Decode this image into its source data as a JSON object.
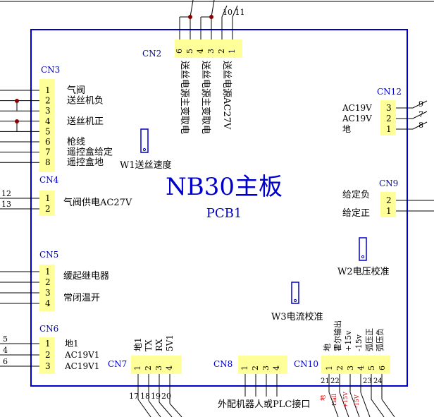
{
  "board": {
    "title": "NB30主板",
    "subtitle": "PCB1"
  },
  "colors": {
    "board_border": "#0000cc",
    "connector_fill": "#ffff99",
    "wire": "#000000",
    "junction": "#880000",
    "label_blue": "#0000cc",
    "label_red": "#cc0000"
  },
  "pots": {
    "w1": "W1送丝速度",
    "w2": "W2电压校准",
    "w3": "W3电流校准"
  },
  "cn2": {
    "name": "CN2",
    "pins": [
      "6",
      "5",
      "4",
      "3",
      "2",
      "1"
    ],
    "labels": [
      "送丝电源主变取电",
      "送丝电源主变取电",
      "送丝电源AC27V"
    ],
    "wire_numbers": "10 11"
  },
  "cn3": {
    "name": "CN3",
    "pins": [
      {
        "num": "1",
        "label": "气阀"
      },
      {
        "num": "2",
        "label": "送丝机负"
      },
      {
        "num": "3",
        "label": ""
      },
      {
        "num": "4",
        "label": "送丝机正"
      },
      {
        "num": "5",
        "label": ""
      },
      {
        "num": "6",
        "label": "枪线"
      },
      {
        "num": "7",
        "label": "遥控盒给定"
      },
      {
        "num": "8",
        "label": "遥控盒地"
      }
    ]
  },
  "cn4": {
    "name": "CN4",
    "pins": [
      "1",
      "2"
    ],
    "label": "气阀供电AC27V",
    "wire_numbers": [
      "12",
      "13"
    ]
  },
  "cn5": {
    "name": "CN5",
    "pins": [
      "1",
      "2",
      "3",
      "4"
    ],
    "labels": [
      "缓起继电器",
      "常闭温开"
    ]
  },
  "cn6": {
    "name": "CN6",
    "pins": [
      {
        "num": "1",
        "label": "地1",
        "wire": "5"
      },
      {
        "num": "2",
        "label": "AC19V1",
        "wire": "4"
      },
      {
        "num": "3",
        "label": "AC19V1",
        "wire": "6"
      }
    ]
  },
  "cn7": {
    "name": "CN7",
    "pins": [
      "1",
      "2",
      "3",
      "4"
    ],
    "labels": [
      "地1",
      "TX",
      "RX",
      "5V1"
    ],
    "wire_numbers": [
      "17",
      "18",
      "19",
      "20"
    ]
  },
  "cn8": {
    "name": "CN8",
    "pins": [
      "1",
      "2",
      "3",
      "4"
    ],
    "label": "外配机器人或PLC接口"
  },
  "cn9": {
    "name": "CN9",
    "pins": [
      {
        "num": "2",
        "label": "给定负"
      },
      {
        "num": "1",
        "label": "给定正"
      }
    ]
  },
  "cn10": {
    "name": "CN10",
    "pins": [
      "1",
      "2",
      "3",
      "4",
      "5",
      "6"
    ],
    "labels": [
      "地",
      "霍尔输出",
      "+15v",
      "-15v",
      "弧压正",
      "弧压负"
    ],
    "wire_numbers": [
      "21",
      "22",
      "23",
      "24"
    ],
    "bottom_labels": [
      "地",
      "Hall",
      "+15V",
      "-15V"
    ]
  },
  "cn12": {
    "name": "CN12",
    "pins": [
      {
        "num": "3",
        "label": "AC19V",
        "wire": "9"
      },
      {
        "num": "2",
        "label": "AC19V",
        "wire": "7"
      },
      {
        "num": "1",
        "label": "地",
        "wire": "8"
      }
    ]
  }
}
